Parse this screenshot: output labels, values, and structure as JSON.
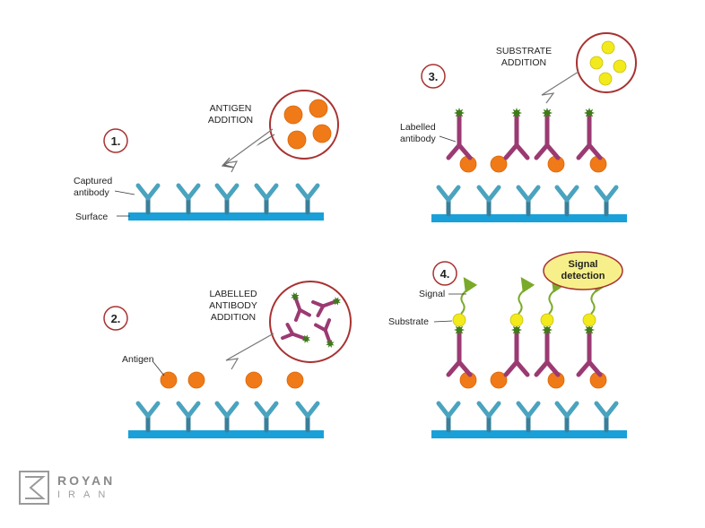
{
  "panels": {
    "p1": {
      "number": "1.",
      "addition": [
        "ANTIGEN",
        "ADDITION"
      ],
      "label_captured": [
        "Captured",
        "antibody"
      ],
      "label_surface": "Surface"
    },
    "p2": {
      "number": "2.",
      "addition": [
        "LABELLED",
        "ANTIBODY",
        "ADDITION"
      ],
      "label_antigen": "Antigen"
    },
    "p3": {
      "number": "3.",
      "addition": [
        "SUBSTRATE",
        "ADDITION"
      ],
      "label_labelled": [
        "Labelled",
        "antibody"
      ]
    },
    "p4": {
      "number": "4.",
      "label_signal": "Signal",
      "label_substrate": "Substrate",
      "signal_detection": [
        "Signal",
        "detection"
      ]
    }
  },
  "colors": {
    "surface": "#1aa0d8",
    "captured_antibody": "#4aa3bf",
    "captured_antibody_dark": "#3a7f99",
    "antigen": "#f07a17",
    "labelled_antibody": "#9b3a72",
    "label_tag": "#3f7a1a",
    "substrate": "#f2ea1c",
    "signal_arrow": "#7aaa2a",
    "circle_border": "#a83232",
    "signal_bubble": "#f7f08a"
  },
  "logo": {
    "brand": "ROYAN",
    "sub": "IRAN"
  }
}
